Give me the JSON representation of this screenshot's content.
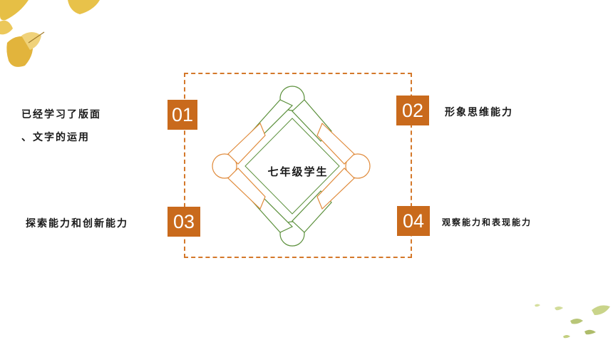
{
  "center": {
    "label": "七年级学生"
  },
  "items": [
    {
      "number": "01",
      "text_line1": "已经学习了版面",
      "text_line2": "、文字的运用"
    },
    {
      "number": "02",
      "text": "形象思维能力"
    },
    {
      "number": "03",
      "text": "探索能力和创新能力"
    },
    {
      "number": "04",
      "text": "观察能力和表现能力"
    }
  ],
  "colors": {
    "accent": "#c96a1c",
    "frame": "#d4782a",
    "green": "#5a8f3a",
    "orange": "#e08a3a",
    "leaf": "#e8c24a"
  },
  "decorations": {
    "top_left": "ginkgo-leaves-icon",
    "bottom_right": "falling-leaves-icon"
  }
}
